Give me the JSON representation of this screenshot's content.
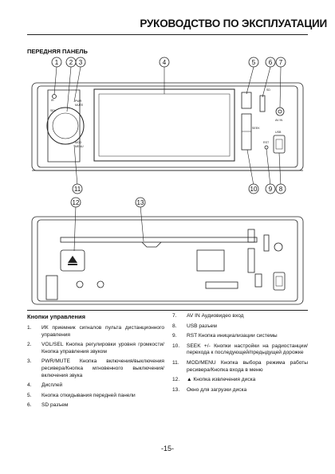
{
  "header": {
    "title": "РУКОВОДСТВО ПО ЭКСПЛУАТАЦИИ"
  },
  "section_title": "ПЕРЕДНЯЯ ПАНЕЛЬ",
  "callouts": [
    "1",
    "2",
    "3",
    "4",
    "5",
    "6",
    "7",
    "8",
    "9",
    "10",
    "11",
    "12",
    "13"
  ],
  "panel_labels": {
    "mute": "MUTE",
    "sel": "SEL",
    "pwr": "PWR",
    "mod": "MOD",
    "menu": "MENU",
    "seek": "SEEK",
    "sd": "SD",
    "usb": "USB",
    "rst": "RST",
    "avin": "AV IN",
    "ir": "IR"
  },
  "controls": {
    "title": "Кнопки управления",
    "items": [
      {
        "num": "1.",
        "text": "ИК приемник сигналов пульта дистанционного управления"
      },
      {
        "num": "2.",
        "text": "VOL/SEL Кнопка регулировки уровня громкости/Кнопка управления звуком"
      },
      {
        "num": "3.",
        "text": "PWR/MUTE Кнопка включения/выключения ресивера/Кнопка мгновенного выключения/включения звука"
      },
      {
        "num": "4.",
        "text": "Дисплей"
      },
      {
        "num": "5.",
        "text": "Кнопка откидывания передней панели"
      },
      {
        "num": "6.",
        "text": "SD разъем"
      },
      {
        "num": "7.",
        "text": "AV IN Аудиовидео вход"
      },
      {
        "num": "8.",
        "text": "USB разъем"
      },
      {
        "num": "9.",
        "text": "RST Кнопка инициализации системы"
      },
      {
        "num": "10.",
        "text": "SEEK +/- Кнопки настройки на радиостанции/перехода к последующей/предыдущей дорожке"
      },
      {
        "num": "11.",
        "text": "MOD/MENU Кнопка выбора режима работы ресивера/Кнопка входа в меню"
      },
      {
        "num": "12.",
        "text": "▲ Кнопка извлечения диска"
      },
      {
        "num": "13.",
        "text": "Окно для загрузки диска"
      }
    ]
  },
  "page_number": "-15-"
}
